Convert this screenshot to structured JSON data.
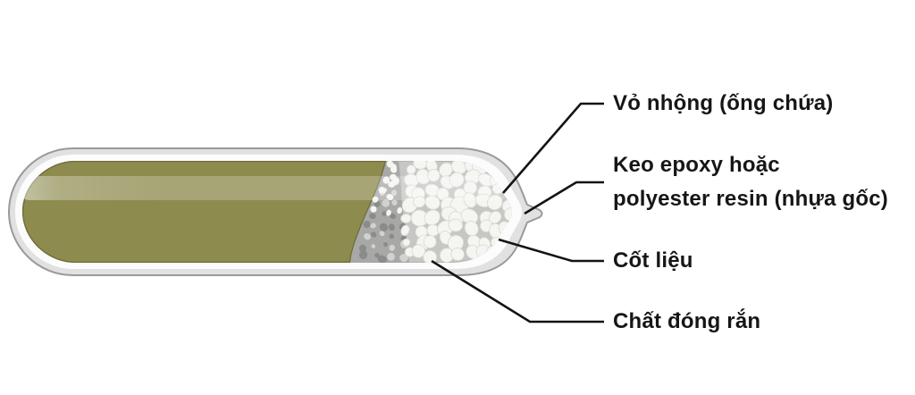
{
  "diagram": {
    "labels": {
      "shell": {
        "text": "Vỏ nhộng (ống chứa)"
      },
      "resin": {
        "line1": "Keo epoxy hoặc",
        "line2": "polyester resin (nhựa gốc)"
      },
      "aggregate": {
        "text": "Cốt liệu"
      },
      "hardener": {
        "text": "Chất đóng rắn"
      }
    },
    "colors": {
      "background": "#ffffff",
      "shell_gray": "#e1e1e1",
      "shell_border": "#9a9a9a",
      "inner_wall_white": "#fcfcfc",
      "cavity_outline": "#b6b6b4",
      "resin_green": "#8e8b4e",
      "resin_green_edge": "#6e6c3d",
      "aggregate_bg": "#c6c6c4",
      "aggregate_pebble": "#f5f5f2",
      "pebble_outline": "#d9d9d1",
      "hardener_gray": "#a8a8a6",
      "hardener_dot_dark": "#8b8b89",
      "hardener_dot_light": "#d2d2d0",
      "leader_line": "#141414",
      "text": "#161616"
    }
  }
}
